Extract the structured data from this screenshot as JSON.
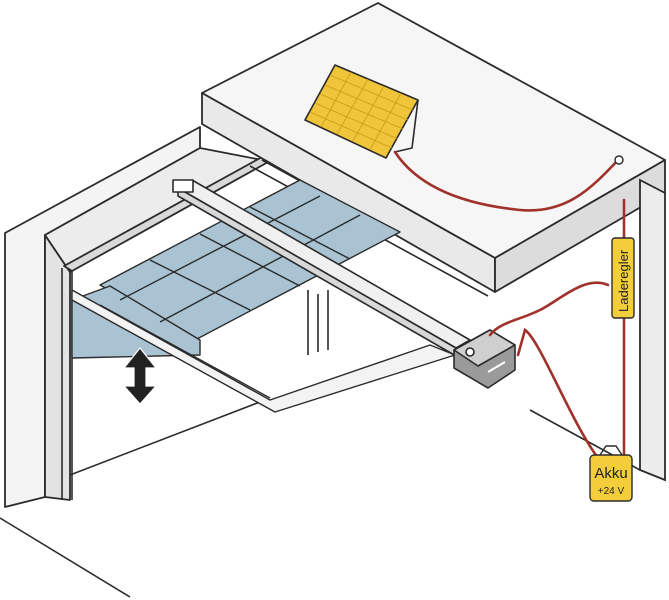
{
  "labels": {
    "charge_controller": "Laderegler",
    "battery": "Akku",
    "battery_voltage": "+24 V"
  },
  "icons": {
    "solar_panel": "solar-panel-icon",
    "operator": "garage-door-operator-icon",
    "motion": "up-down-arrow-icon"
  },
  "colors": {
    "stroke": "#2b2b2b",
    "wall": "#f2f2f2",
    "door_panel": "#a9c3d3",
    "cable": "#a1312b",
    "solar": "#f0c53a",
    "label_box": "#f3cd3c"
  }
}
